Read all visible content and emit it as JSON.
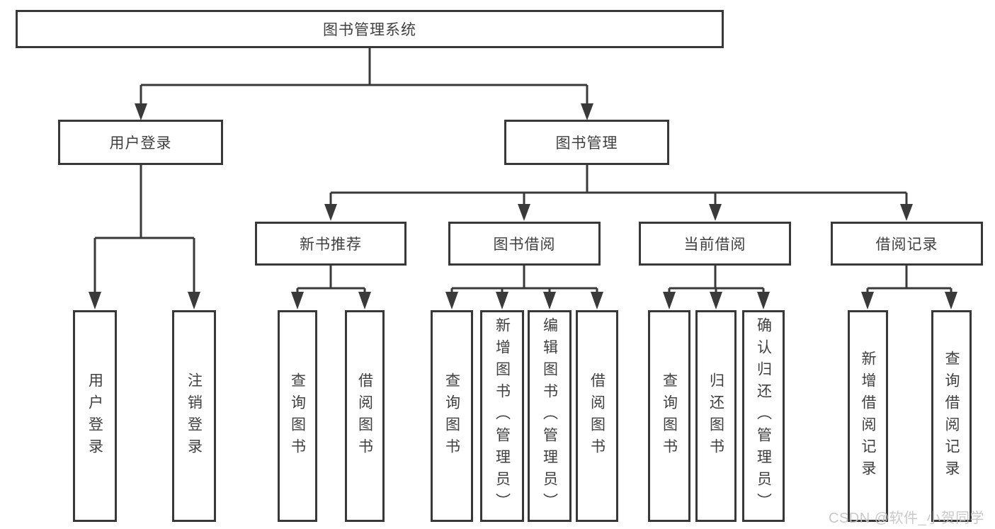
{
  "tree": {
    "label": "图书管理系统",
    "children": [
      {
        "label": "用户登录",
        "children": [
          {
            "label": "用户登录"
          },
          {
            "label": "注销登录"
          }
        ]
      },
      {
        "label": "图书管理",
        "children": [
          {
            "label": "新书推荐",
            "children": [
              {
                "label": "查询图书"
              },
              {
                "label": "借阅图书"
              }
            ]
          },
          {
            "label": "图书借阅",
            "children": [
              {
                "label": "查询图书"
              },
              {
                "label": "新增图书（管理员）"
              },
              {
                "label": "编辑图书（管理员）"
              },
              {
                "label": "借阅图书"
              }
            ]
          },
          {
            "label": "当前借阅",
            "children": [
              {
                "label": "查询图书"
              },
              {
                "label": "归还图书"
              },
              {
                "label": "确认归还（管理员）"
              }
            ]
          },
          {
            "label": "借阅记录",
            "children": [
              {
                "label": "新增借阅记录"
              },
              {
                "label": "查询借阅记录"
              }
            ]
          }
        ]
      }
    ]
  },
  "watermark": "CSDN @软件_小贺同学",
  "colors": {
    "line": "#3a3a3a",
    "border": "#383838",
    "text": "#3f3f3f",
    "background": "#ffffff",
    "watermark": "#c5c5c5"
  }
}
